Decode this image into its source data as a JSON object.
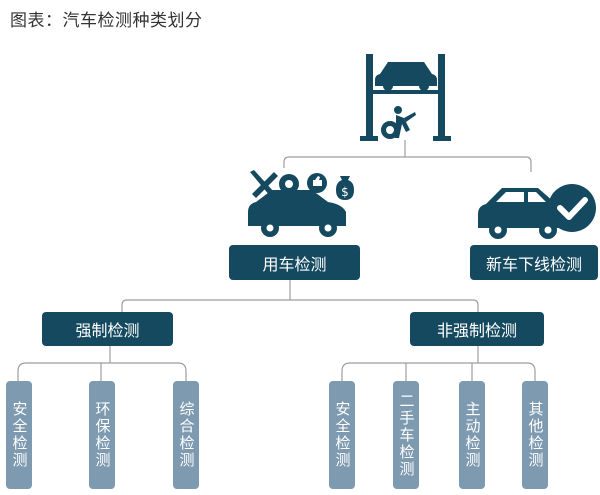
{
  "title": "图表：汽车检测种类划分",
  "colors": {
    "primary": "#15495f",
    "leaf": "#7e9ab0",
    "line": "#9e9e9e"
  },
  "icons": {
    "top": "car-lift-icon",
    "left": "car-maintenance-icon",
    "right": "car-checkmark-icon"
  },
  "nodes": {
    "use_check": "用车检测",
    "new_car_check": "新车下线检测",
    "mandatory": "强制检测",
    "non_mandatory": "非强制检测"
  },
  "mandatory_items": [
    "安全检测",
    "环保检测",
    "综合检测"
  ],
  "non_mandatory_items": [
    "安全检测",
    "二手车检测",
    "主动检测",
    "其他检测"
  ]
}
